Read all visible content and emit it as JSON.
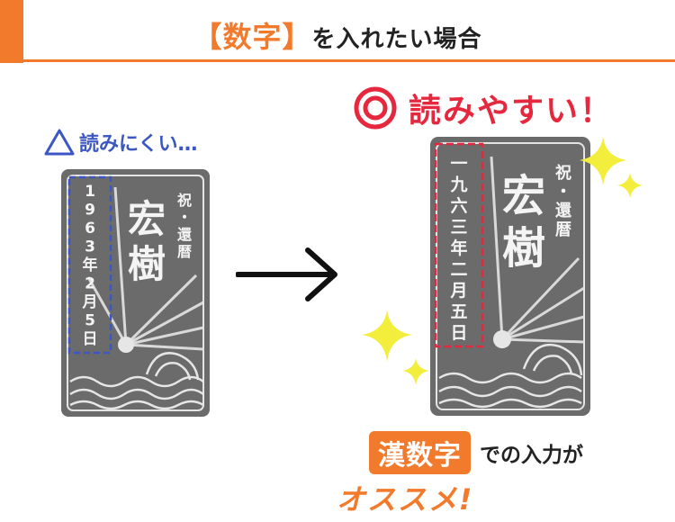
{
  "header": {
    "title_accent": "【数字】",
    "title_rest": "を入れたい場合"
  },
  "left": {
    "label": "読みにくい…",
    "date_chars": [
      "1",
      "9",
      "6",
      "3",
      "年",
      "2",
      "月",
      "5",
      "日"
    ]
  },
  "right": {
    "label": "読みやすい！",
    "date_chars": [
      "一",
      "九",
      "六",
      "三",
      "年",
      "二",
      "月",
      "五",
      "日"
    ]
  },
  "card": {
    "celebration": [
      "祝",
      "・",
      "還",
      "暦"
    ],
    "name": [
      "宏",
      "樹"
    ]
  },
  "bottom": {
    "badge": "漢数字",
    "rest": "での入力が",
    "recommend": "オススメ!"
  },
  "colors": {
    "orange": "#f27a2c",
    "blue": "#3c57c4",
    "red": "#e6283f",
    "card_gray": "#6b6b6b",
    "sparkle": "#f3ee3b"
  },
  "icons": {
    "bad": "triangle-icon",
    "good": "double-circle-icon",
    "arrow": "arrow-right-icon",
    "sparkle": "sparkle-icon"
  }
}
